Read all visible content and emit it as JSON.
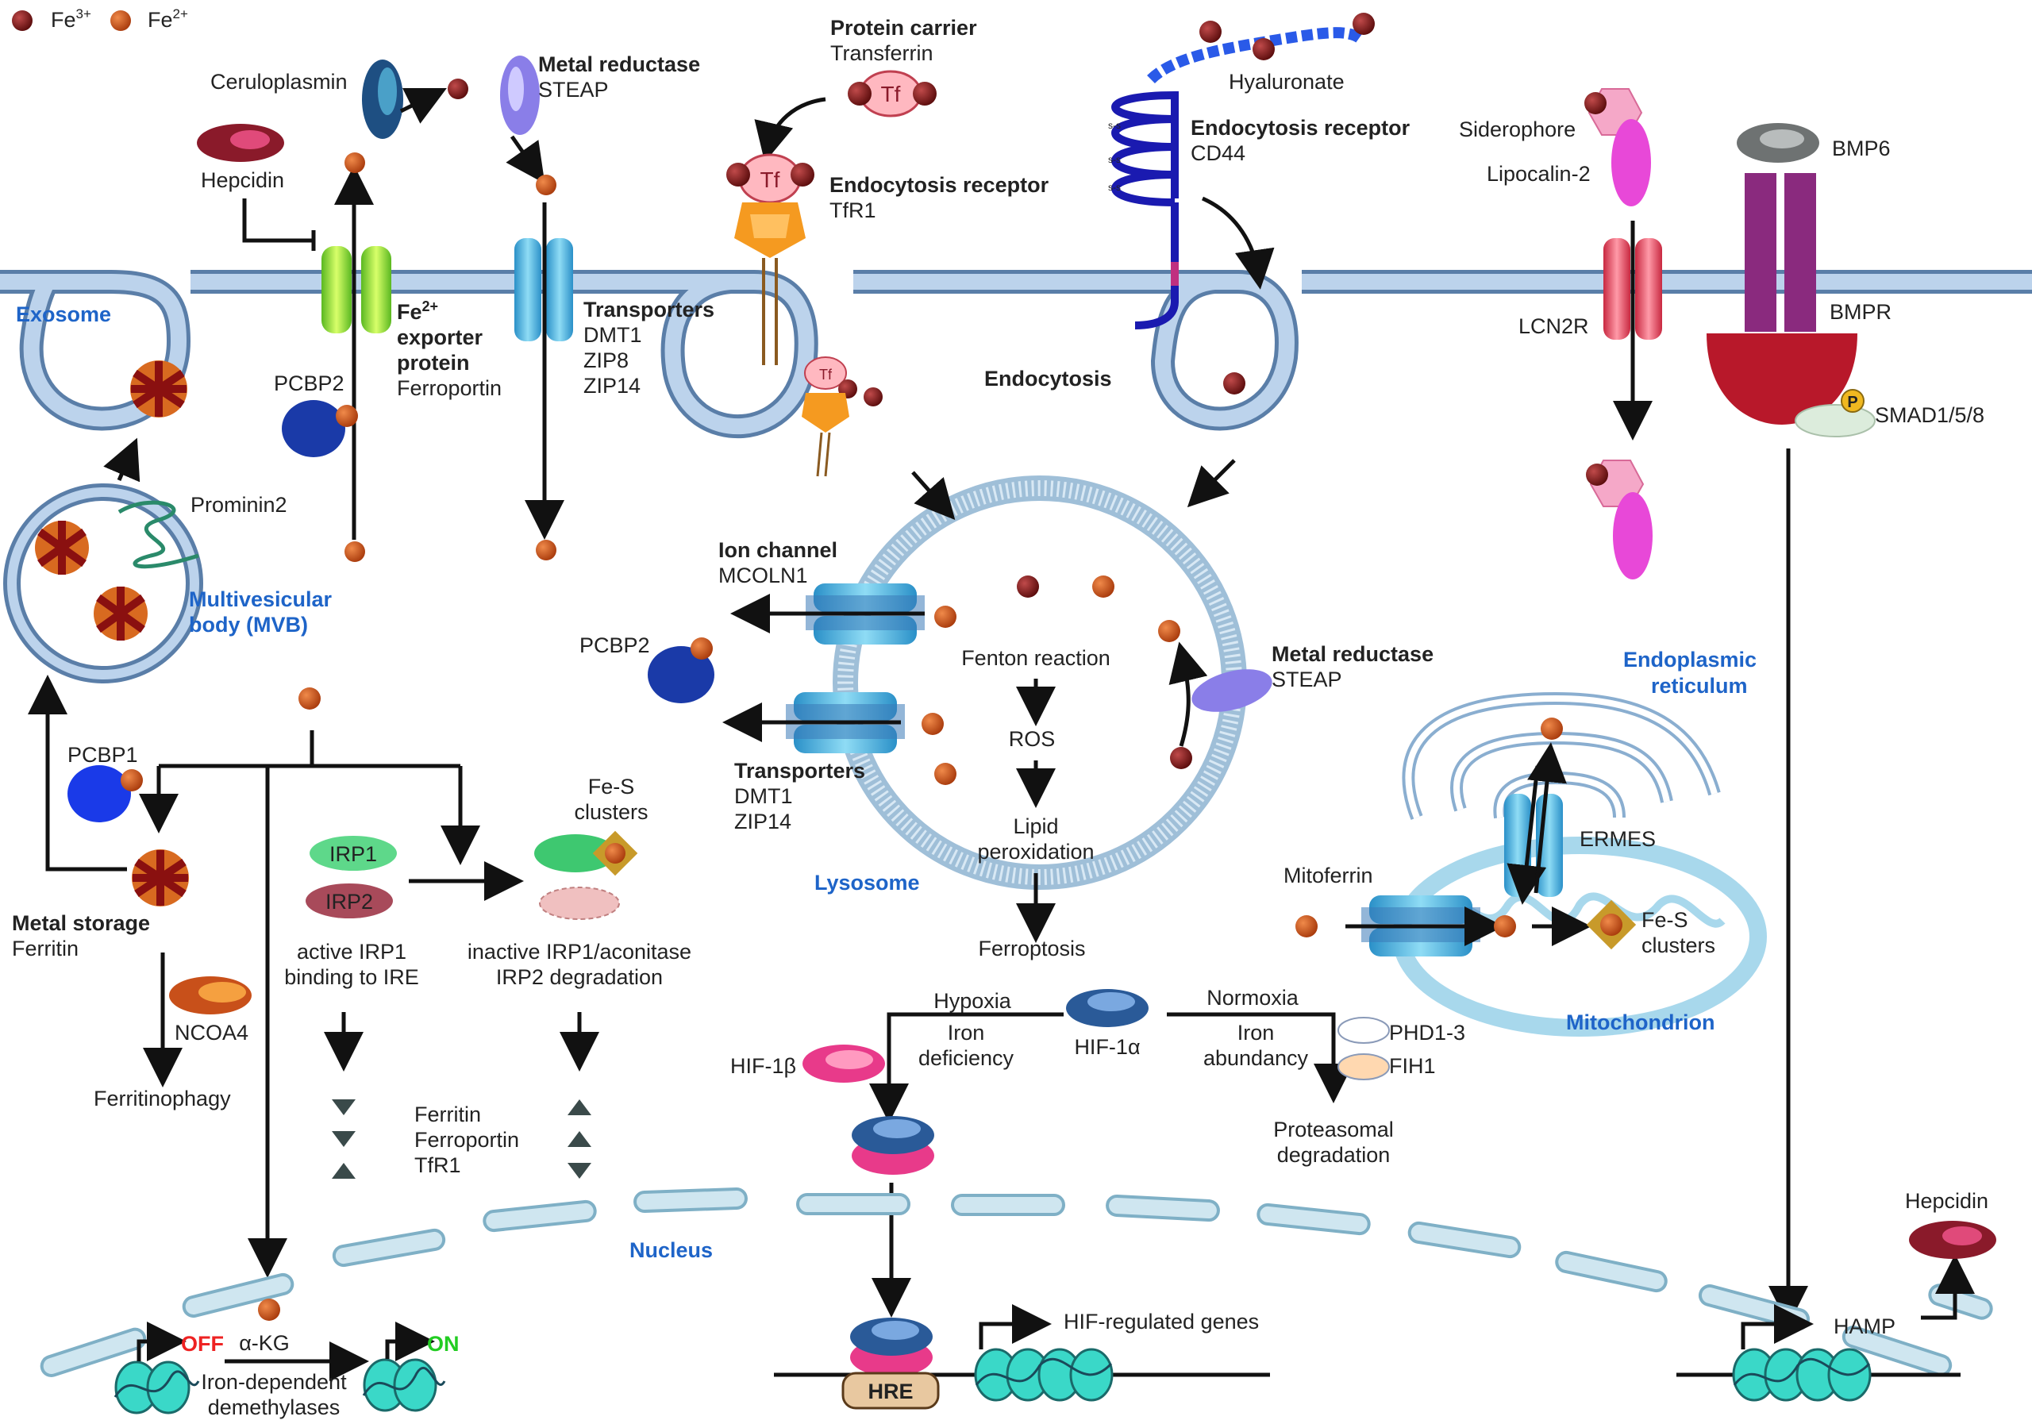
{
  "legend": {
    "fe3": "Fe",
    "fe3_sup": "3+",
    "fe2": "Fe",
    "fe2_sup": "2+"
  },
  "labels": {
    "exosome": "Exosome",
    "ceruloplasmin": "Ceruloplasmin",
    "hepcidin_top": "Hepcidin",
    "metal_reductase_top_1": "Metal reductase",
    "metal_reductase_top_2": "STEAP",
    "ferroportin_1": "Fe",
    "ferroportin_1_sup": "2+",
    "ferroportin_2": "exporter",
    "ferroportin_3": "protein",
    "ferroportin_4": "Ferroportin",
    "transporters_top_1": "Transporters",
    "transporters_top_2": "DMT1",
    "transporters_top_3": "ZIP8",
    "transporters_top_4": "ZIP14",
    "pcbp2_top": "PCBP2",
    "protein_carrier_1": "Protein carrier",
    "protein_carrier_2": "Transferrin",
    "tf": "Tf",
    "endo_tfr1_1": "Endocytosis receptor",
    "endo_tfr1_2": "TfR1",
    "hyaluronate": "Hyaluronate",
    "endo_cd44_1": "Endocytosis receptor",
    "endo_cd44_2": "CD44",
    "ss": "s-s",
    "endocytosis": "Endocytosis",
    "siderophore": "Siderophore",
    "lipocalin2": "Lipocalin-2",
    "lcn2r": "LCN2R",
    "bmp6": "BMP6",
    "bmpr": "BMPR",
    "smad": "SMAD1/5/8",
    "p": "P",
    "prominin2": "Prominin2",
    "mvb_1": "Multivesicular",
    "mvb_2": "body (MVB)",
    "ion_channel_1": "Ion channel",
    "ion_channel_2": "MCOLN1",
    "pcbp2_mid": "PCBP2",
    "fenton": "Fenton reaction",
    "ros": "ROS",
    "lipid_1": "Lipid",
    "lipid_2": "peroxidation",
    "ferroptosis": "Ferroptosis",
    "lysosome": "Lysosome",
    "metal_reductase_mid_1": "Metal reductase",
    "metal_reductase_mid_2": "STEAP",
    "transporters_mid_1": "Transporters",
    "transporters_mid_2": "DMT1",
    "transporters_mid_3": "ZIP14",
    "er_1": "Endoplasmic",
    "er_2": "reticulum",
    "ermes": "ERMES",
    "mitoferrin": "Mitoferrin",
    "fes_mito_1": "Fe-S",
    "fes_mito_2": "clusters",
    "mitochondrion": "Mitochondrion",
    "pcbp1": "PCBP1",
    "metal_storage_1": "Metal storage",
    "metal_storage_2": "Ferritin",
    "ncoa4": "NCOA4",
    "ferritinophagy": "Ferritinophagy",
    "irp1": "IRP1",
    "irp2": "IRP2",
    "active_1": "active IRP1",
    "active_2": "binding to IRE",
    "fes_mid_1": "Fe-S",
    "fes_mid_2": "clusters",
    "inactive_1": "inactive IRP1/aconitase",
    "inactive_2": "IRP2 degradation",
    "targets_1": "Ferritin",
    "targets_2": "Ferroportin",
    "targets_3": "TfR1",
    "hypoxia": "Hypoxia",
    "iron_def_1": "Iron",
    "iron_def_2": "deficiency",
    "hif1a": "HIF-1α",
    "normoxia": "Normoxia",
    "iron_ab_1": "Iron",
    "iron_ab_2": "abundancy",
    "phd": "PHD1-3",
    "fih1": "FIH1",
    "hif1b": "HIF-1β",
    "proteasomal_1": "Proteasomal",
    "proteasomal_2": "degradation",
    "nucleus": "Nucleus",
    "off": "OFF",
    "on": "ON",
    "akg": "α-KG",
    "demeth_1": "Iron-dependent",
    "demeth_2": "demethylases",
    "hre": "HRE",
    "hif_genes": "HIF-regulated genes",
    "hepcidin_bottom": "Hepcidin",
    "hamp": "HAMP"
  },
  "colors": {
    "fe3": "#7a1414",
    "fe2": "#c8501a",
    "membrane": "#5a7ea8",
    "blue_label": "#1e64c8",
    "off": "#ee2222",
    "on": "#22cc22"
  }
}
